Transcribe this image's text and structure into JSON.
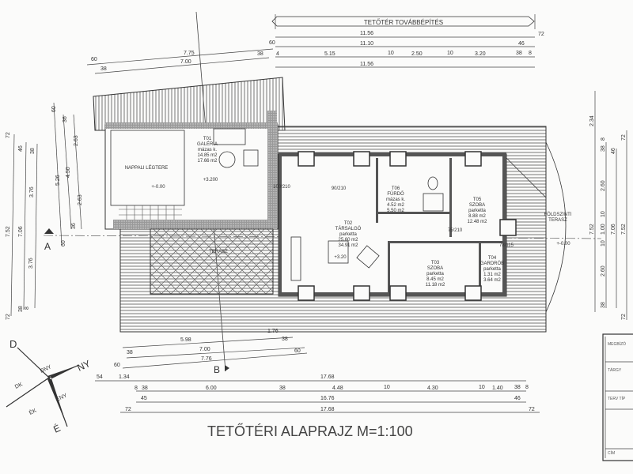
{
  "banner": "TETŐTÉR TOVÁBBÉPÍTÉS",
  "title": "TETŐTÉRI ALAPRAJZ M=1:100",
  "section_marks": {
    "a": "A",
    "b": "B"
  },
  "compass": {
    "n": "D",
    "w": "NY",
    "nw": "DNY",
    "ne": "DK",
    "sw": "ÉNY",
    "se": "ÉK",
    "s": "É"
  },
  "rooms": {
    "nappali": {
      "name": "NAPPALI LÉGTERE",
      "level": "+-0.00"
    },
    "t01": {
      "code": "T01",
      "name": "GALÉRIA",
      "floor": "mázas k.",
      "area1": "14.85 m2",
      "area2": "17.66 m2",
      "level": "+3.200"
    },
    "t02": {
      "code": "T02",
      "name": "TÁRSALGÓ",
      "floor": "parketta",
      "area1": "25.60 m2",
      "area2": "34.91 m2",
      "level": "+3.20"
    },
    "t06": {
      "code": "T06",
      "name": "FÜRDŐ",
      "floor": "mázas k.",
      "area1": "4.52 m2",
      "area2": "5.50 m2"
    },
    "t05": {
      "code": "T05",
      "name": "SZOBA",
      "floor": "parketta",
      "area1": "8.88 m2",
      "area2": "12.48 m2"
    },
    "t03": {
      "code": "T03",
      "name": "SZOBA",
      "floor": "parketta",
      "area1": "8.45 m2",
      "area2": "11.18 m2"
    },
    "t04": {
      "code": "T04",
      "name": "GARDRÓB",
      "floor": "parketta",
      "area1": "1.31 m2",
      "area2": "3.64 m2"
    },
    "terasz": {
      "name": "TERASZ"
    },
    "foldszinti": {
      "name1": "FÖLDSZINTI",
      "name2": "TERASZ",
      "level": "+-0.00"
    }
  },
  "openings": {
    "d1": "90/210",
    "d2": "78/115",
    "d3": "75/210",
    "d4": "100/210"
  },
  "dims_top": {
    "a1": "11.56",
    "a2": "72",
    "b0": "60",
    "b1": "11.10",
    "b2": "46",
    "c0": "4",
    "c1": "5.15",
    "c2": "10",
    "c3": "2.50",
    "c4": "10",
    "c5": "3.20",
    "c6": "38",
    "c7": "8",
    "d1": "11.56",
    "l1": "60",
    "l2": "7.75",
    "l3": "38",
    "l4": "38",
    "l5": "7.00"
  },
  "dims_bottom": {
    "e1": "1.76",
    "e2": "5.98",
    "e3": "38",
    "e4": "7.00",
    "e5": "38",
    "e6": "60",
    "e7": "7.76",
    "e8": "60",
    "f1": "54",
    "f2": "1.34",
    "f3": "17.68",
    "g1": "8",
    "g2": "38",
    "g3": "6.00",
    "g4": "38",
    "g5": "4.48",
    "g6": "10",
    "g7": "4.30",
    "g8": "10",
    "g9": "1.40",
    "g10": "38",
    "g11": "8",
    "h1": "45",
    "h2": "16.76",
    "h3": "46",
    "i1": "72",
    "i2": "17.68",
    "i3": "72"
  },
  "dims_left": {
    "a1": "72",
    "a2": "7.52",
    "a3": "72",
    "b1": "46",
    "b2": "7.06",
    "b3": "38",
    "c1": "38",
    "c2": "3.76",
    "c3": "3.76",
    "c4": "8",
    "d1": "60",
    "d2": "5.26",
    "d3": "36",
    "d4": "4.50",
    "d5": "2.63",
    "d6": "2.63",
    "d7": "36",
    "d8": "60"
  },
  "dims_right": {
    "a1": "2.34",
    "b1": "8",
    "b2": "38",
    "b3": "2.60",
    "b4": "10",
    "b5": "1.00",
    "b6": "10",
    "b7": "2.60",
    "b8": "38",
    "c1": "7.52",
    "d1": "46",
    "d2": "7.06",
    "e1": "72",
    "e2": "7.52",
    "e3": "72"
  },
  "title_block": {
    "r1": "MEGBÍZÓ",
    "r2": "TÁRGY",
    "r3": "TERV TÍP",
    "r4": "CÍM"
  }
}
